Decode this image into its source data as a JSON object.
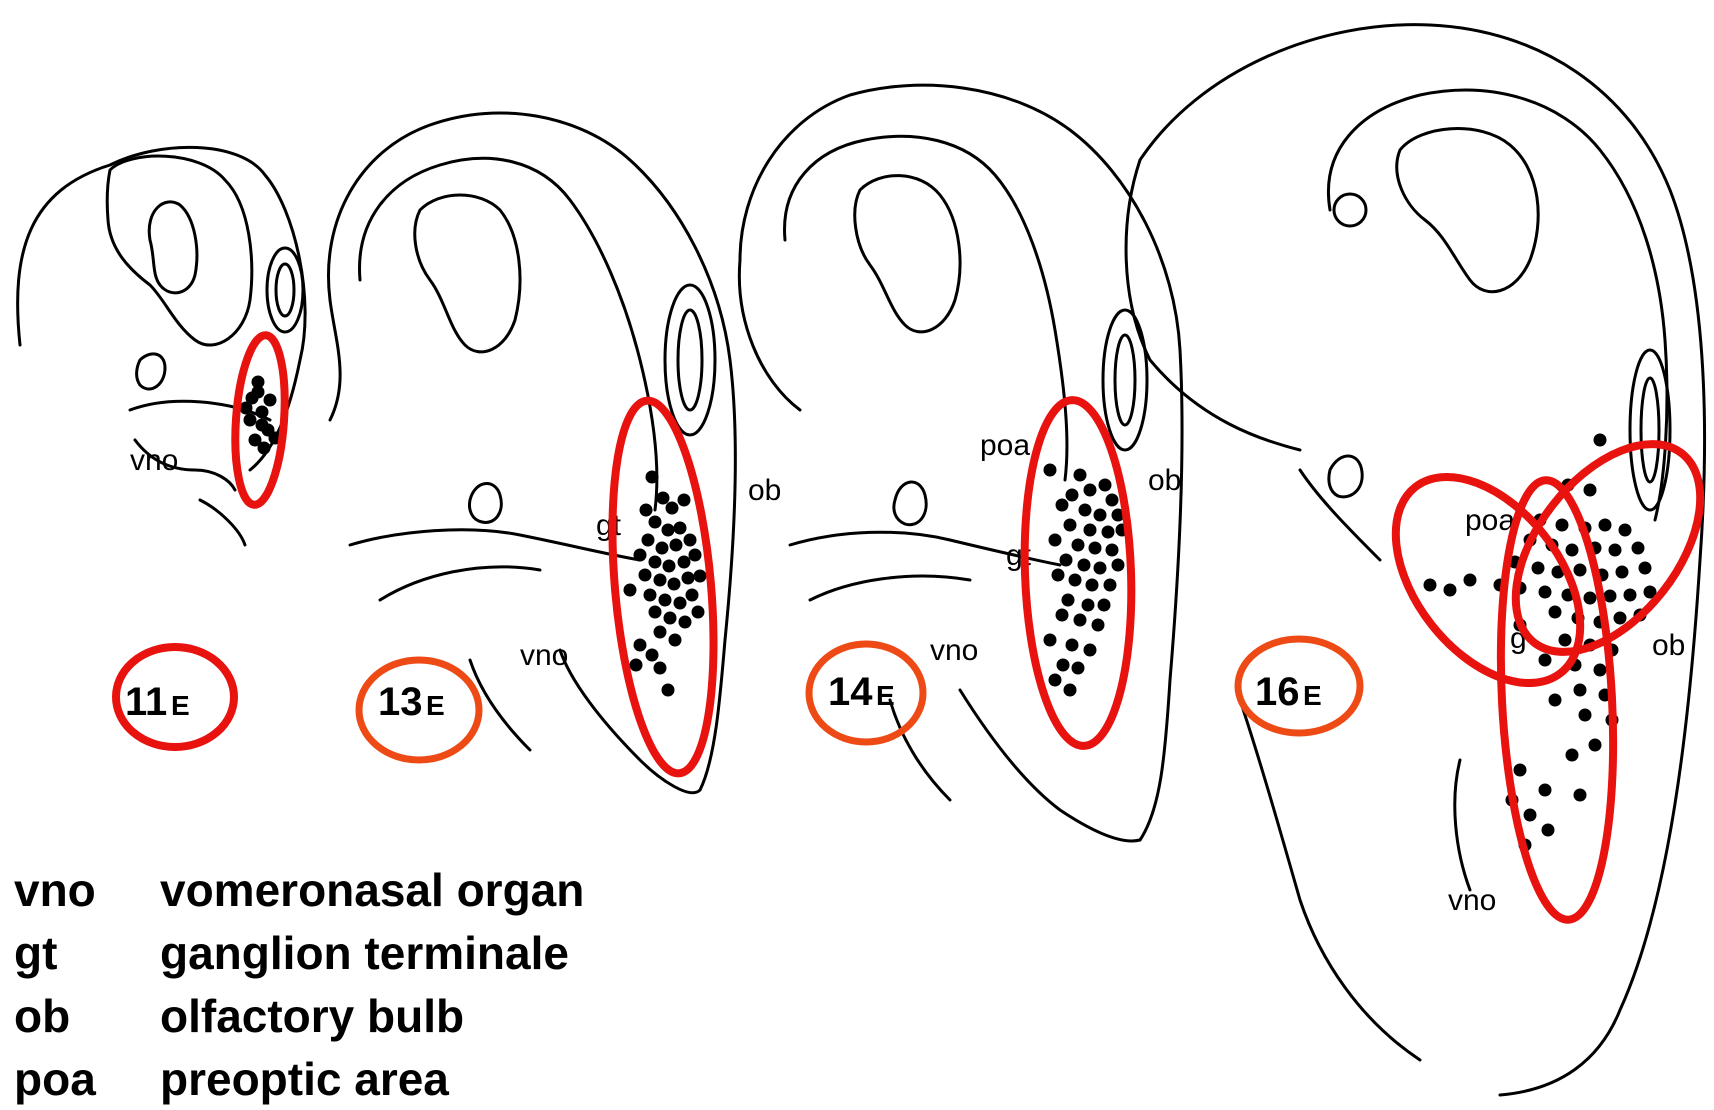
{
  "panels": [
    {
      "id": "11",
      "age": "11",
      "suffix": "E",
      "labels": {
        "vno": "vno"
      },
      "dots": [
        [
          258,
          382
        ],
        [
          252,
          398
        ],
        [
          262,
          412
        ],
        [
          250,
          420
        ],
        [
          268,
          430
        ],
        [
          255,
          440
        ],
        [
          264,
          448
        ],
        [
          270,
          400
        ],
        [
          246,
          408
        ],
        [
          262,
          425
        ],
        [
          275,
          438
        ],
        [
          258,
          392
        ]
      ]
    },
    {
      "id": "13",
      "age": "13",
      "suffix": "E",
      "labels": {
        "gt": "gt",
        "ob": "ob",
        "vno": "vno"
      },
      "dots": [
        [
          652,
          477
        ],
        [
          663,
          498
        ],
        [
          646,
          510
        ],
        [
          672,
          508
        ],
        [
          684,
          500
        ],
        [
          655,
          522
        ],
        [
          668,
          530
        ],
        [
          680,
          528
        ],
        [
          648,
          540
        ],
        [
          662,
          548
        ],
        [
          676,
          545
        ],
        [
          690,
          540
        ],
        [
          640,
          555
        ],
        [
          655,
          562
        ],
        [
          669,
          566
        ],
        [
          684,
          562
        ],
        [
          695,
          555
        ],
        [
          645,
          575
        ],
        [
          660,
          580
        ],
        [
          674,
          584
        ],
        [
          688,
          578
        ],
        [
          650,
          595
        ],
        [
          665,
          600
        ],
        [
          680,
          603
        ],
        [
          692,
          595
        ],
        [
          655,
          612
        ],
        [
          670,
          618
        ],
        [
          685,
          622
        ],
        [
          660,
          632
        ],
        [
          675,
          640
        ],
        [
          640,
          645
        ],
        [
          652,
          655
        ],
        [
          636,
          665
        ],
        [
          660,
          668
        ],
        [
          668,
          690
        ],
        [
          700,
          576
        ],
        [
          630,
          590
        ],
        [
          698,
          612
        ]
      ]
    },
    {
      "id": "14",
      "age": "14",
      "suffix": "E",
      "labels": {
        "poa": "poa",
        "gt": "gt",
        "ob": "ob",
        "vno": "vno"
      },
      "dots": [
        [
          1050,
          470
        ],
        [
          1080,
          475
        ],
        [
          1090,
          490
        ],
        [
          1072,
          495
        ],
        [
          1105,
          485
        ],
        [
          1112,
          500
        ],
        [
          1062,
          505
        ],
        [
          1085,
          510
        ],
        [
          1100,
          515
        ],
        [
          1118,
          515
        ],
        [
          1070,
          525
        ],
        [
          1090,
          530
        ],
        [
          1108,
          532
        ],
        [
          1122,
          530
        ],
        [
          1055,
          540
        ],
        [
          1078,
          545
        ],
        [
          1095,
          548
        ],
        [
          1112,
          550
        ],
        [
          1066,
          560
        ],
        [
          1084,
          565
        ],
        [
          1100,
          568
        ],
        [
          1118,
          565
        ],
        [
          1058,
          575
        ],
        [
          1075,
          580
        ],
        [
          1092,
          585
        ],
        [
          1110,
          585
        ],
        [
          1068,
          600
        ],
        [
          1088,
          605
        ],
        [
          1104,
          605
        ],
        [
          1062,
          615
        ],
        [
          1080,
          620
        ],
        [
          1098,
          625
        ],
        [
          1050,
          640
        ],
        [
          1072,
          645
        ],
        [
          1090,
          650
        ],
        [
          1063,
          665
        ],
        [
          1078,
          668
        ],
        [
          1055,
          680
        ],
        [
          1070,
          690
        ]
      ]
    },
    {
      "id": "16",
      "age": "16",
      "suffix": "E",
      "labels": {
        "poa": "poa",
        "gt": "g",
        "ob": "ob",
        "vno": "vno"
      },
      "dots": [
        [
          1600,
          440
        ],
        [
          1568,
          485
        ],
        [
          1590,
          490
        ],
        [
          1540,
          520
        ],
        [
          1562,
          525
        ],
        [
          1585,
          528
        ],
        [
          1605,
          525
        ],
        [
          1625,
          530
        ],
        [
          1530,
          540
        ],
        [
          1552,
          545
        ],
        [
          1572,
          550
        ],
        [
          1595,
          548
        ],
        [
          1615,
          550
        ],
        [
          1638,
          548
        ],
        [
          1515,
          562
        ],
        [
          1538,
          568
        ],
        [
          1558,
          572
        ],
        [
          1580,
          570
        ],
        [
          1602,
          575
        ],
        [
          1622,
          572
        ],
        [
          1645,
          568
        ],
        [
          1500,
          585
        ],
        [
          1520,
          588
        ],
        [
          1545,
          592
        ],
        [
          1568,
          595
        ],
        [
          1590,
          598
        ],
        [
          1610,
          596
        ],
        [
          1630,
          595
        ],
        [
          1650,
          592
        ],
        [
          1470,
          580
        ],
        [
          1450,
          590
        ],
        [
          1430,
          585
        ],
        [
          1555,
          612
        ],
        [
          1578,
          618
        ],
        [
          1600,
          622
        ],
        [
          1620,
          618
        ],
        [
          1640,
          615
        ],
        [
          1565,
          640
        ],
        [
          1590,
          645
        ],
        [
          1612,
          650
        ],
        [
          1575,
          665
        ],
        [
          1600,
          670
        ],
        [
          1580,
          690
        ],
        [
          1605,
          695
        ],
        [
          1585,
          715
        ],
        [
          1612,
          720
        ],
        [
          1520,
          625
        ],
        [
          1545,
          660
        ],
        [
          1555,
          700
        ],
        [
          1595,
          745
        ],
        [
          1572,
          755
        ],
        [
          1520,
          770
        ],
        [
          1545,
          790
        ],
        [
          1512,
          800
        ],
        [
          1530,
          815
        ],
        [
          1548,
          830
        ],
        [
          1525,
          845
        ],
        [
          1580,
          795
        ]
      ]
    }
  ],
  "legend": [
    {
      "abbr": "vno",
      "term": "vomeronasal organ"
    },
    {
      "abbr": "gt",
      "term": "ganglion terminale"
    },
    {
      "abbr": "ob",
      "term": "olfactory bulb"
    },
    {
      "abbr": "poa",
      "term": "preoptic area"
    }
  ],
  "colors": {
    "ring_red": "#e8120f",
    "ring_orange": "#ee4a16",
    "ink": "#000000"
  }
}
